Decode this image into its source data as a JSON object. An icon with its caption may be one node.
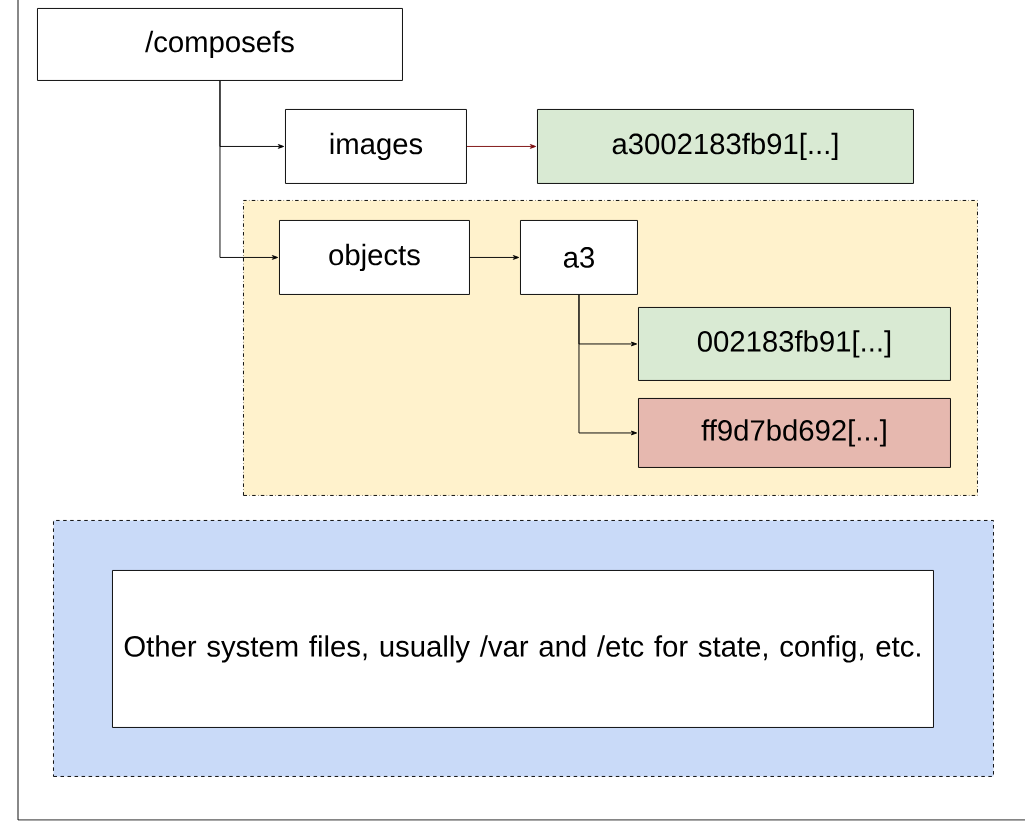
{
  "diagram": {
    "nodes": [
      {
        "text": [
          "/composefs"
        ]
      },
      {
        "text": [
          "images"
        ]
      },
      {
        "text": [
          "a3002183fb91[...]"
        ]
      },
      {
        "text": [],
        "shape": "box"
      },
      {
        "text": [
          "objects"
        ],
        "in": 3
      },
      {
        "text": [
          "a3"
        ],
        "in": 3
      },
      {
        "text": [
          "002183fb91[...]"
        ],
        "in": 3
      },
      {
        "text": [
          "ff9d7bd692[...]"
        ],
        "in": 3
      },
      {
        "text": [],
        "shape": "box"
      },
      {
        "text": [
          "Other system files, usually /var and /etc for state, config, etc."
        ],
        "in": 8
      }
    ],
    "edges": [
      {
        "from": 0,
        "to": 1,
        "arrow": "to"
      },
      {
        "from": 0,
        "to": 4,
        "arrow": "to"
      },
      {
        "from": 1,
        "to": 2,
        "arrow": "to",
        "color": "#7a0b0b"
      },
      {
        "from": 4,
        "to": 5,
        "arrow": "to"
      },
      {
        "from": 5,
        "to": 6,
        "arrow": "to"
      },
      {
        "from": 5,
        "to": 7,
        "arrow": "to"
      }
    ]
  }
}
